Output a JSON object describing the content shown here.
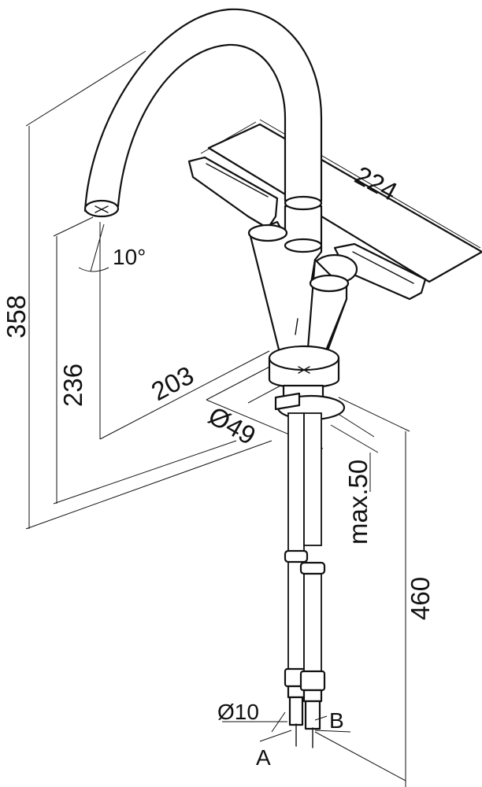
{
  "dimensions": {
    "total_height": "358",
    "spout_height": "236",
    "spout_reach": "203",
    "base_width": "224",
    "base_diameter": "Ø49",
    "max_thickness": "max.50",
    "hose_length": "460",
    "hose_diameter": "Ø10",
    "spout_angle": "10°"
  },
  "connections": {
    "a": "A",
    "b": "B"
  }
}
